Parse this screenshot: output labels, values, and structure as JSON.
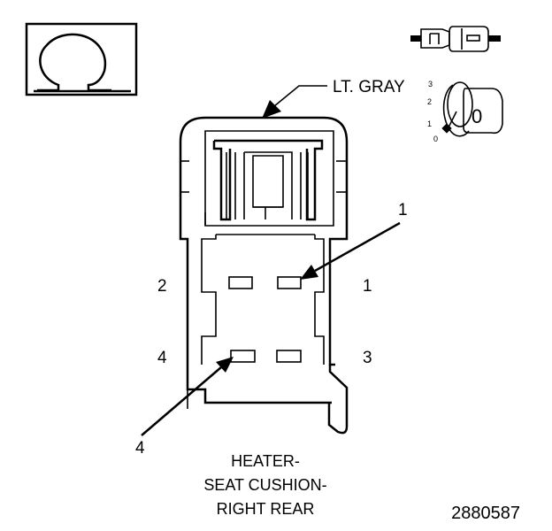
{
  "connector_color_label": "LT. GRAY",
  "pin_labels": {
    "left_top": "2",
    "right_top": "1",
    "left_bottom": "4",
    "right_bottom": "3",
    "callout_top": "1",
    "callout_bottom": "4"
  },
  "key_icon": {
    "positions": [
      "3",
      "2",
      "1",
      "0"
    ],
    "key_value": "0"
  },
  "caption": {
    "line1": "HEATER-",
    "line2": "SEAT CUSHION-",
    "line3": "RIGHT REAR"
  },
  "figure_number": "2880587",
  "colors": {
    "ink": "#000000",
    "background": "#ffffff"
  }
}
